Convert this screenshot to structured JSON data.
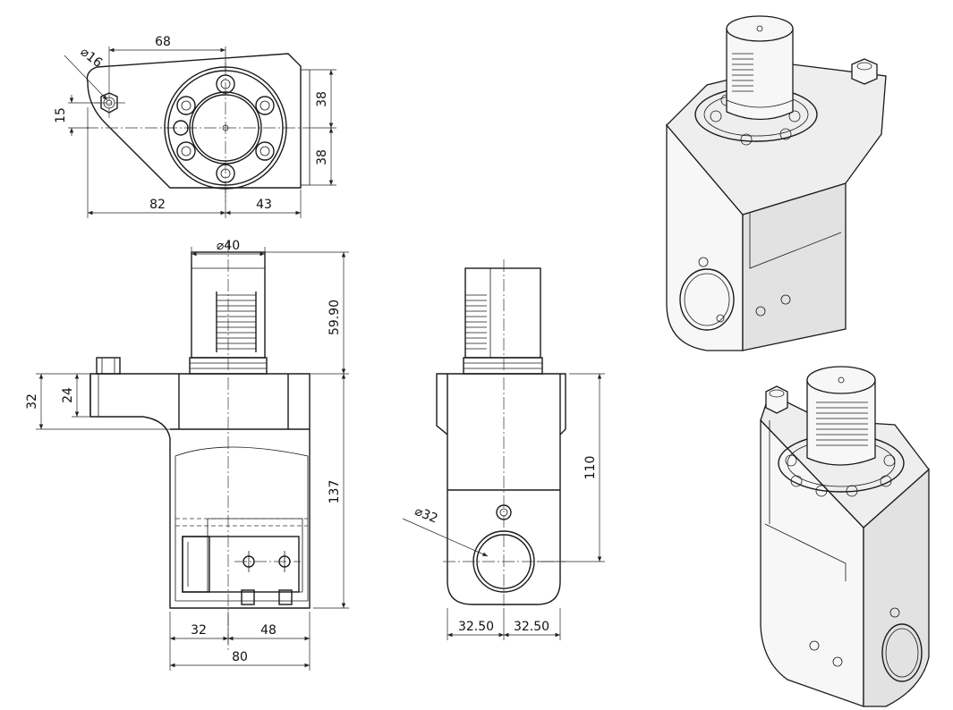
{
  "dimensions": {
    "top_width": "68",
    "bolt_diameter": "⌀16",
    "boss_offset": "15",
    "half_height_top": "38",
    "half_height_bottom": "38",
    "left_span": "82",
    "right_span": "43",
    "shank_diameter": "⌀40",
    "shank_length": "59.90",
    "flange_height": "32",
    "flange_inner": "24",
    "total_height": "137",
    "bore_offset": "32",
    "bore_span": "48",
    "body_width": "80",
    "side_height": "110",
    "bore_diameter": "⌀32",
    "side_half_left": "32.50",
    "side_half_right": "32.50"
  }
}
